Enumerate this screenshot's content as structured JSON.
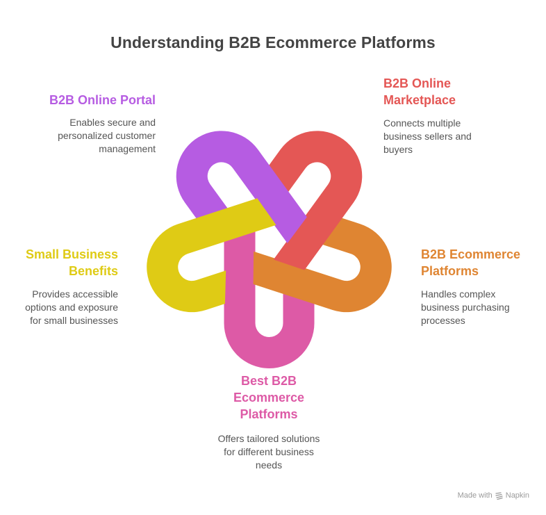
{
  "title": "Understanding B2B Ecommerce Platforms",
  "items": [
    {
      "id": "pink",
      "heading": "Best B2B Ecommerce Platforms",
      "heading_lines": [
        "Best B2B",
        "Ecommerce",
        "Platforms"
      ],
      "description_lines": [
        "Offers tailored solutions",
        "for different business",
        "needs"
      ],
      "color": "#DD5AA6"
    },
    {
      "id": "yellow",
      "heading": "Small Business Benefits",
      "heading_lines": [
        "Small Business",
        "Benefits"
      ],
      "description_lines": [
        "Provides accessible",
        "options and exposure",
        "for small businesses"
      ],
      "color": "#DFCB15"
    },
    {
      "id": "purple",
      "heading": "B2B Online Portal",
      "heading_lines": [
        "B2B Online Portal"
      ],
      "description_lines": [
        "Enables secure and",
        "personalized customer",
        "management"
      ],
      "color": "#B65CE2"
    },
    {
      "id": "red",
      "heading": "B2B Online Marketplace",
      "heading_lines": [
        "B2B Online",
        "Marketplace"
      ],
      "description_lines": [
        "Connects multiple",
        "business sellers and",
        "buyers"
      ],
      "color": "#E45755"
    },
    {
      "id": "orange",
      "heading": "B2B Ecommerce Platforms",
      "heading_lines": [
        "B2B Ecommerce",
        "Platforms"
      ],
      "description_lines": [
        "Handles complex",
        "business purchasing",
        "processes"
      ],
      "color": "#DF8532"
    }
  ],
  "credit": {
    "text": "Made with",
    "brand": "Napkin",
    "icon": "napkin-logo-icon"
  }
}
